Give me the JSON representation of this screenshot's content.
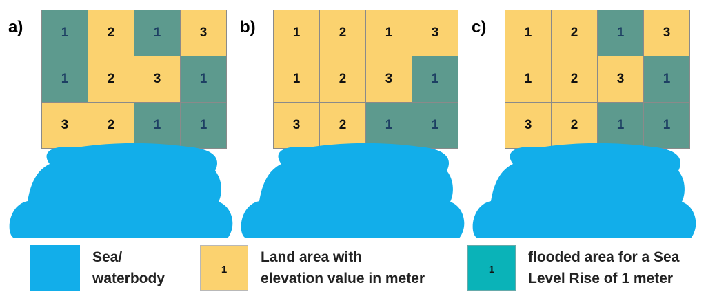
{
  "panels": [
    {
      "label": "a)",
      "cells": [
        [
          {
            "v": "1",
            "t": "flooded"
          },
          {
            "v": "2",
            "t": "land"
          },
          {
            "v": "1",
            "t": "flooded"
          },
          {
            "v": "3",
            "t": "land"
          }
        ],
        [
          {
            "v": "1",
            "t": "flooded"
          },
          {
            "v": "2",
            "t": "land"
          },
          {
            "v": "3",
            "t": "land"
          },
          {
            "v": "1",
            "t": "flooded"
          }
        ],
        [
          {
            "v": "3",
            "t": "land"
          },
          {
            "v": "2",
            "t": "land"
          },
          {
            "v": "1",
            "t": "flooded"
          },
          {
            "v": "1",
            "t": "flooded"
          }
        ]
      ]
    },
    {
      "label": "b)",
      "cells": [
        [
          {
            "v": "1",
            "t": "land"
          },
          {
            "v": "2",
            "t": "land"
          },
          {
            "v": "1",
            "t": "land"
          },
          {
            "v": "3",
            "t": "land"
          }
        ],
        [
          {
            "v": "1",
            "t": "land"
          },
          {
            "v": "2",
            "t": "land"
          },
          {
            "v": "3",
            "t": "land"
          },
          {
            "v": "1",
            "t": "flooded"
          }
        ],
        [
          {
            "v": "3",
            "t": "land"
          },
          {
            "v": "2",
            "t": "land"
          },
          {
            "v": "1",
            "t": "flooded"
          },
          {
            "v": "1",
            "t": "flooded"
          }
        ]
      ]
    },
    {
      "label": "c)",
      "cells": [
        [
          {
            "v": "1",
            "t": "land"
          },
          {
            "v": "2",
            "t": "land"
          },
          {
            "v": "1",
            "t": "flooded"
          },
          {
            "v": "3",
            "t": "land"
          }
        ],
        [
          {
            "v": "1",
            "t": "land"
          },
          {
            "v": "2",
            "t": "land"
          },
          {
            "v": "3",
            "t": "land"
          },
          {
            "v": "1",
            "t": "flooded"
          }
        ],
        [
          {
            "v": "3",
            "t": "land"
          },
          {
            "v": "2",
            "t": "land"
          },
          {
            "v": "1",
            "t": "flooded"
          },
          {
            "v": "1",
            "t": "flooded"
          }
        ]
      ]
    }
  ],
  "legend": {
    "sea": {
      "text_line1": "Sea/",
      "text_line2": "waterbody"
    },
    "land": {
      "swatch_value": "1",
      "text_line1": "Land area with",
      "text_line2": "elevation value in meter"
    },
    "flooded": {
      "swatch_value": "1",
      "text_line1": "flooded area for a Sea",
      "text_line2": "Level Rise of 1 meter"
    }
  },
  "colors": {
    "sea": "#12aeea",
    "land": "#fbd26f",
    "flooded_cell": "#5d9a8e",
    "flooded_legend": "#0ab3b8"
  }
}
